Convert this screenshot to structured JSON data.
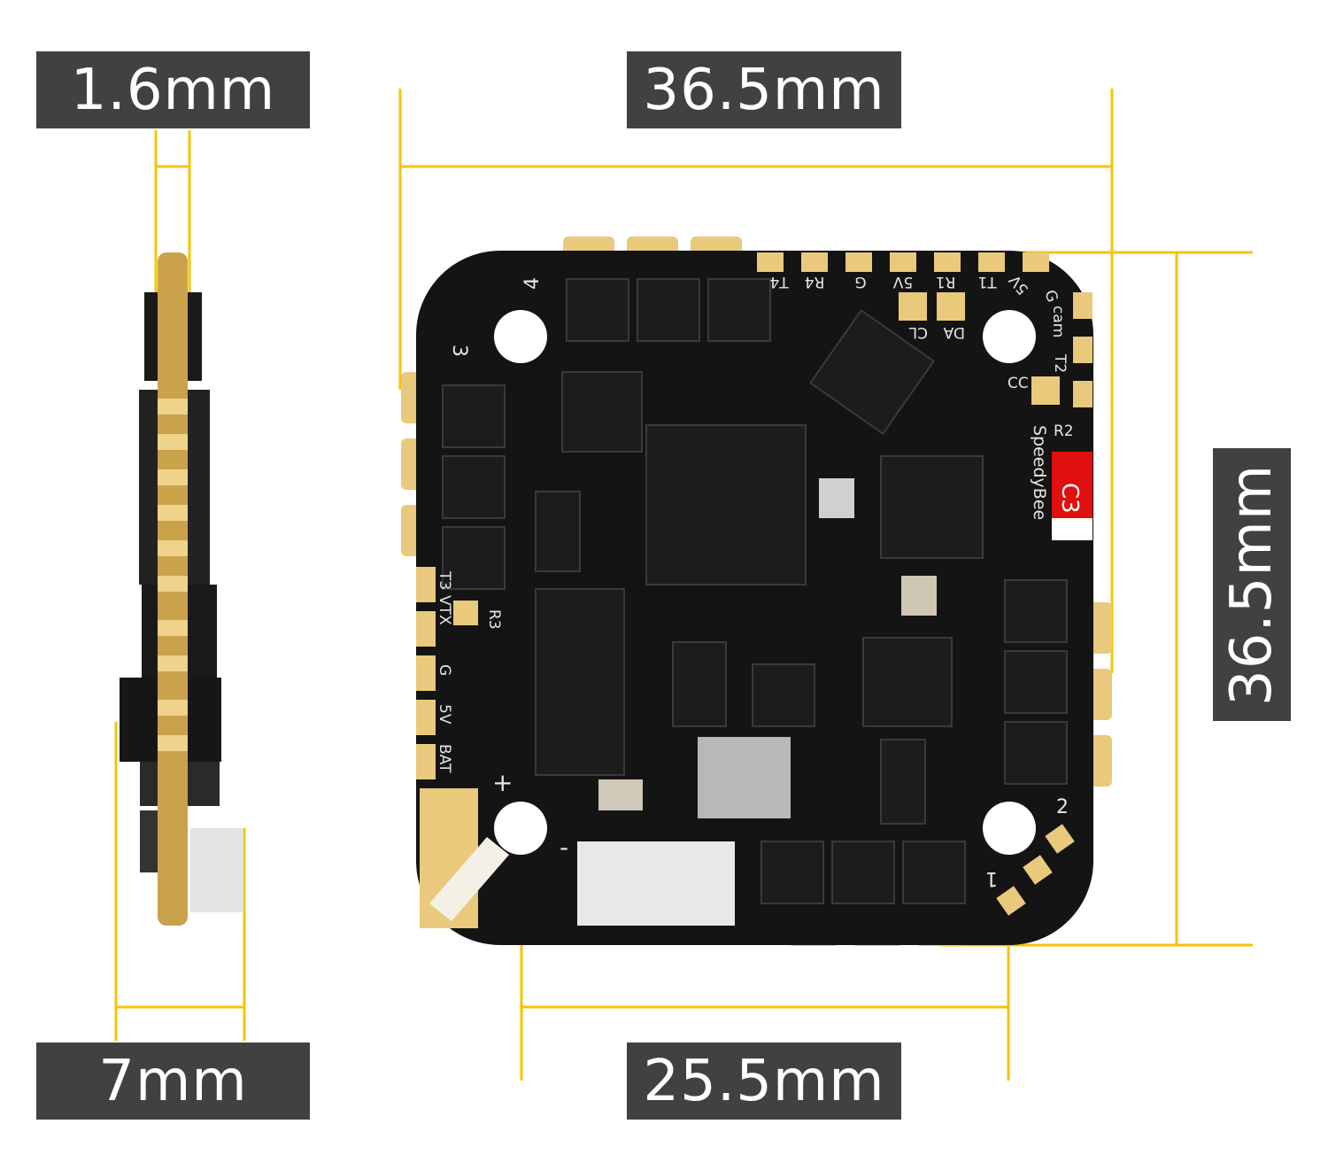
{
  "dimensions": {
    "thickness": "1.6mm",
    "width": "36.5mm",
    "height": "36.5mm",
    "mount_spacing": "25.5mm",
    "side_height": "7mm"
  },
  "board": {
    "brand": "SpeedyBee",
    "badge": "C3",
    "top_pads": [
      "T4",
      "R4",
      "G",
      "5V",
      "R1",
      "T1",
      "5V",
      "G",
      "cam",
      "T2"
    ],
    "aux_pads": [
      "CL",
      "DA",
      "CC",
      "R2",
      "R3"
    ],
    "left_pads": [
      "T3",
      "VTX",
      "G",
      "5V",
      "BAT"
    ],
    "motor_numbers": [
      "1",
      "2",
      "3",
      "4"
    ],
    "polarity": [
      "+",
      "-"
    ]
  },
  "colors": {
    "dimension_line": "#f5c400",
    "label_bg": "#414141",
    "pcb": "#141414",
    "pad": "#e9c97c",
    "badge": "#e01010"
  }
}
